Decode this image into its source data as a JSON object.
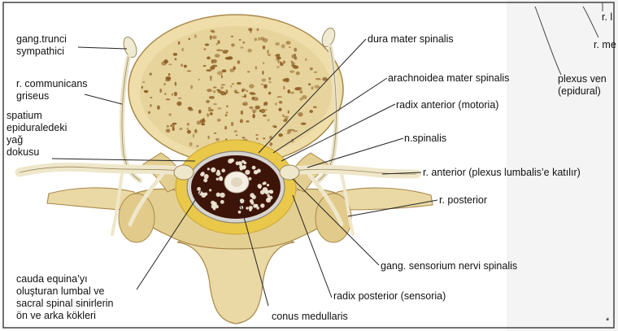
{
  "labels": {
    "gang_trunci": "gang.trunci\nsympathici",
    "r_communicans": "r. communicans\ngriseus",
    "spatium": "spatium\nepiduraledeki\nyağ\ndokusu",
    "cauda": "cauda equina’yı\noluşturan lumbal ve\nsacral spinal sinirlerin\nön ve arka kökleri",
    "dura": "dura mater spinalis",
    "arachnoidea": "arachnoidea mater spinalis",
    "radix_anterior": "radix anterior (motoria)",
    "n_spinalis": "n.spinalis",
    "r_anterior": "r. anterior (plexus lumbalis’e katılır)",
    "r_posterior": "r. posterior",
    "gang_sensorium": "gang. sensorium nervi spinalis",
    "radix_posterior": "radix posterior (sensoria)",
    "conus": "conus medullaris",
    "plexus_venosus": "plexus ven\n(epidural)",
    "r_l_cut": "r. l",
    "r_me_cut": "r. me",
    "star_cut": "*"
  },
  "colors": {
    "bone": "#ead9a4",
    "bone_shadow": "#c9ab6c",
    "pore": "#8a5a22",
    "fat": "#e9c84a",
    "dura": "#d8d5cf",
    "canal": "#3d1408",
    "nerve": "#f1ead2"
  }
}
